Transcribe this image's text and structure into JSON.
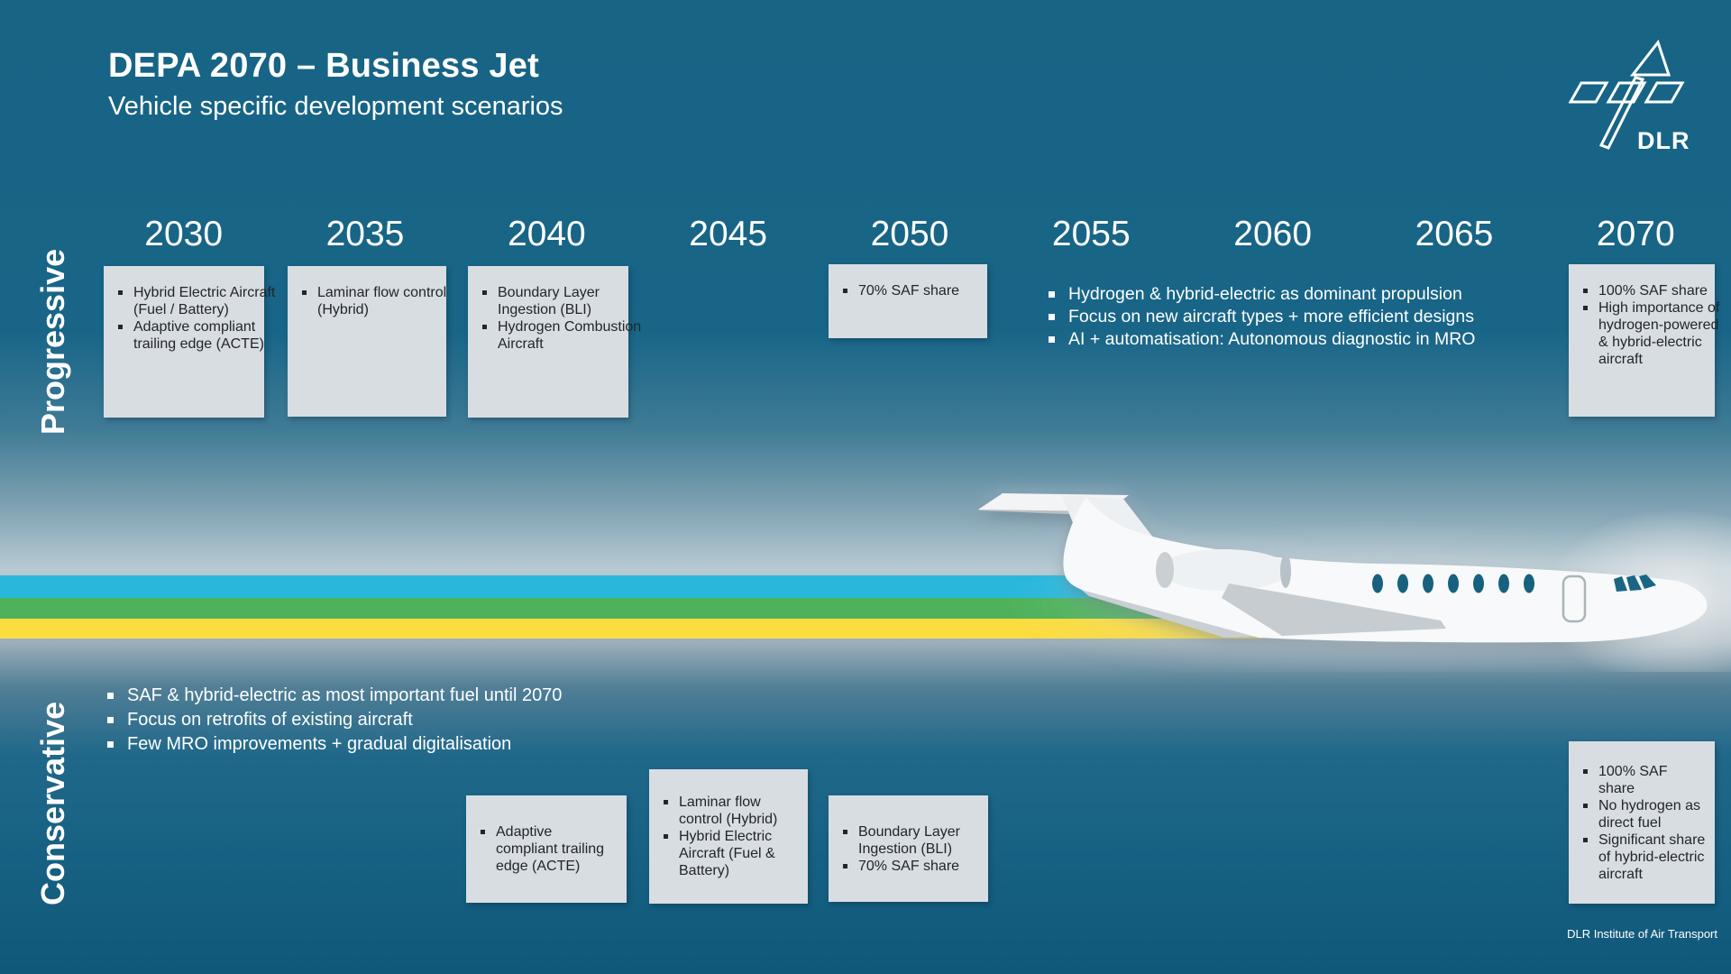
{
  "header": {
    "title": "DEPA 2070 – Business Jet",
    "subtitle": "Vehicle specific development scenarios"
  },
  "logo": {
    "text": "DLR"
  },
  "timeline": {
    "years": [
      "2030",
      "2035",
      "2040",
      "2045",
      "2050",
      "2055",
      "2060",
      "2065",
      "2070"
    ]
  },
  "rows": {
    "progressive": {
      "label": "Progressive",
      "boxes": [
        {
          "year": "2030",
          "items": [
            "Hybrid Electric Aircraft (Fuel / Battery)",
            "Adaptive compliant trailing edge (ACTE)"
          ]
        },
        {
          "year": "2035",
          "items": [
            "Laminar flow control (Hybrid)"
          ]
        },
        {
          "year": "2040",
          "items": [
            "Boundary Layer Ingestion (BLI)",
            "Hydrogen Combustion Aircraft"
          ]
        },
        {
          "year": "2050",
          "items": [
            "70% SAF share"
          ]
        },
        {
          "year": "2070",
          "items": [
            "100% SAF share",
            "High importance of hydrogen-powered & hybrid-electric aircraft"
          ]
        }
      ],
      "bullets": [
        "Hydrogen & hybrid-electric as dominant propulsion",
        "Focus on new aircraft types + more efficient designs",
        "AI + automatisation: Autonomous diagnostic in MRO"
      ]
    },
    "conservative": {
      "label": "Conservative",
      "bullets": [
        "SAF & hybrid-electric as most important fuel until 2070",
        "Focus on retrofits of existing aircraft",
        "Few MRO improvements + gradual digitalisation"
      ],
      "boxes": [
        {
          "year": "2040",
          "items": [
            "Adaptive compliant trailing edge (ACTE)"
          ]
        },
        {
          "year": "2045",
          "items": [
            "Laminar flow control (Hybrid)",
            "Hybrid Electric Aircraft (Fuel & Battery)"
          ]
        },
        {
          "year": "2050",
          "items": [
            "Boundary Layer Ingestion (BLI)",
            "70% SAF share"
          ]
        },
        {
          "year": "2070",
          "items": [
            "100% SAF share",
            "No hydrogen as direct fuel",
            "Significant share of hybrid-electric aircraft"
          ]
        }
      ]
    }
  },
  "footer": {
    "credit": "DLR Institute of Air Transport"
  },
  "colors": {
    "background_teal": "#176485",
    "sky_light": "#b8cbd3",
    "stripe_cyan": "#29b8dc",
    "stripe_green": "#4eb25c",
    "stripe_yellow": "#fcdd40",
    "box_background": "#d8dde2",
    "box_text": "#22262a",
    "text_white": "#ffffff"
  }
}
